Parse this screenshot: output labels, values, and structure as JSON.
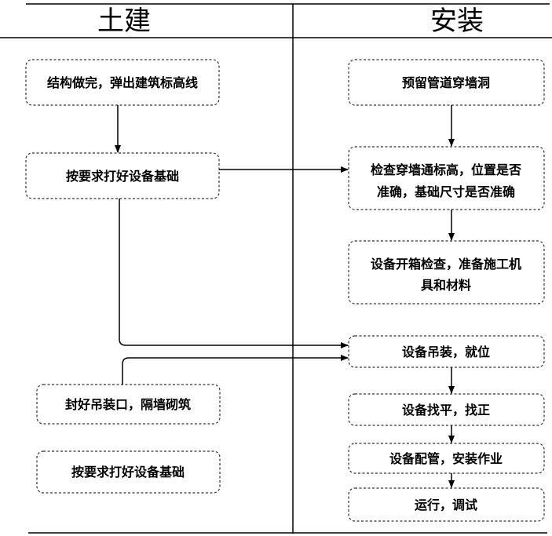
{
  "lanes": {
    "left_title": "土建",
    "right_title": "安装"
  },
  "boxes": {
    "civil_1": "结构做完，弹出建筑标高线",
    "civil_2": "按要求打好设备基础",
    "civil_3": "封好吊装口，隔墙砌筑",
    "civil_4": "按要求打好设备基础",
    "install_1": "预留管道穿墙洞",
    "install_2_line1": "检查穿墙通标高，位置是否",
    "install_2_line2": "准确，基础尺寸是否准确",
    "install_3_line1": "设备开箱检查，准备施工机",
    "install_3_line2": "具和材料",
    "install_4": "设备吊装，就位",
    "install_5": "设备找平，找正",
    "install_6": "设备配管，安装作业",
    "install_7": "运行，调试"
  }
}
